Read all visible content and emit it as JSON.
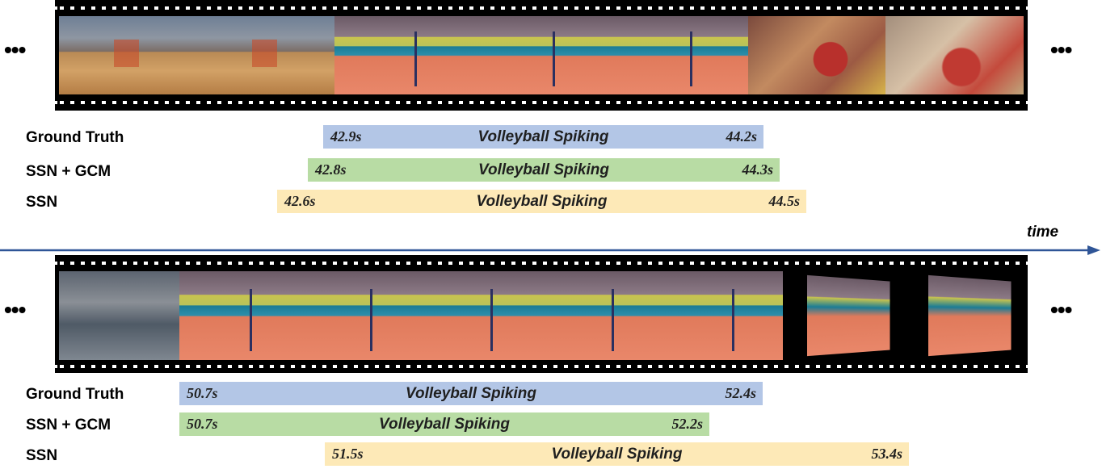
{
  "ellipsis": "•••",
  "timeline": {
    "label": "time",
    "color": "#2f5597"
  },
  "colors": {
    "ground_truth": "#b3c6e6",
    "ssn_gcm": "#b8dca4",
    "ssn": "#fde9b7"
  },
  "top": {
    "frames": [
      "gym",
      "gym",
      "court",
      "court",
      "court",
      "crowd",
      "blur"
    ],
    "rows": [
      {
        "label": "Ground Truth",
        "start": "42.9s",
        "end": "44.2s",
        "action": "Volleyball Spiking"
      },
      {
        "label": "SSN + GCM",
        "start": "42.8s",
        "end": "44.3s",
        "action": "Volleyball Spiking"
      },
      {
        "label": "SSN",
        "start": "42.6s",
        "end": "44.5s",
        "action": "Volleyball Spiking"
      }
    ]
  },
  "bottom": {
    "frames": [
      "arena",
      "court",
      "court",
      "court",
      "court",
      "court",
      "persp",
      "persp"
    ],
    "rows": [
      {
        "label": "Ground Truth",
        "start": "50.7s",
        "end": "52.4s",
        "action": "Volleyball Spiking"
      },
      {
        "label": "SSN + GCM",
        "start": "50.7s",
        "end": "52.2s",
        "action": "Volleyball Spiking"
      },
      {
        "label": "SSN",
        "start": "51.5s",
        "end": "53.4s",
        "action": "Volleyball Spiking"
      }
    ]
  }
}
